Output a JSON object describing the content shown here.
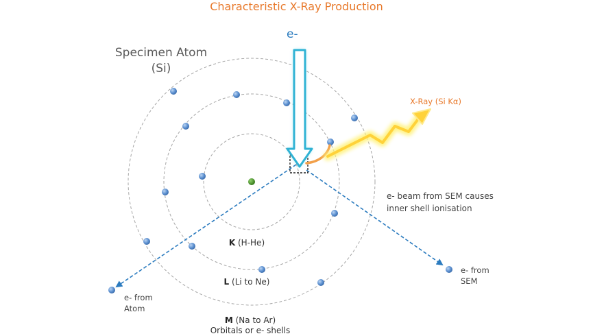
{
  "title": "Characteristic X-Ray Production",
  "specimen": {
    "line1": "Specimen Atom",
    "line2": "(Si)"
  },
  "beam_label": "e-",
  "xray_label": "X-Ray (Si Kα)",
  "description": {
    "line1": "e- beam from SEM causes",
    "line2": "inner shell ionisation"
  },
  "shells": {
    "k": {
      "letter": "K",
      "range": "(H-He)"
    },
    "l": {
      "letter": "L",
      "range": "(Li to Ne)"
    },
    "m": {
      "letter": "M",
      "range": "(Na to Ar)",
      "caption": "Orbitals or e- shells"
    }
  },
  "ejected_atom": {
    "line1": "e- from",
    "line2": "Atom"
  },
  "scattered_sem": {
    "line1": "e- from",
    "line2": "SEM"
  },
  "colors": {
    "title": "#e8792b",
    "beam": "#2b7bbf",
    "electron": "#5b8fd0",
    "nucleus": "#3a8a1e",
    "shell_ring": "#a6a6a6",
    "xray_glow": "#ffe02e"
  }
}
